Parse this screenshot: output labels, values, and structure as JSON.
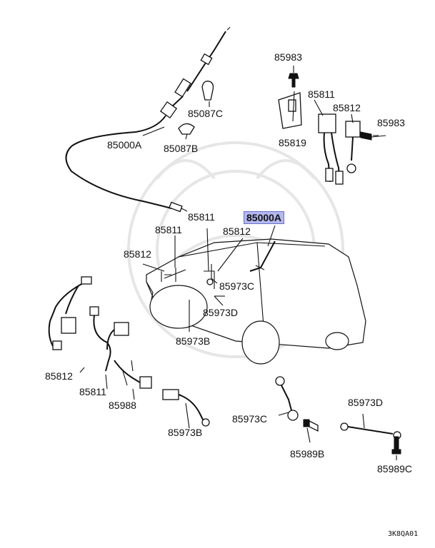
{
  "labels": {
    "p85983_top": "85983",
    "p85811_top": "85811",
    "p85812_top": "85812",
    "p85983_right": "85983",
    "p85087c": "85087C",
    "p85000a_top": "85000A",
    "p85087b": "85087B",
    "p85819": "85819",
    "p85811_mid": "85811",
    "p85000a_hl": "85000A",
    "p85811_left": "85811",
    "p85812_mid": "85812",
    "p85812_left": "85812",
    "p85973c_mid": "85973C",
    "p85973d_mid": "85973D",
    "p85973b_mid": "85973B",
    "p85812_bottom": "85812",
    "p85811_bottom": "85811",
    "p85988": "85988",
    "p85973d_right": "85973D",
    "p85973c_bottom": "85973C",
    "p85973b_bottom": "85973B",
    "p85989b": "85989B",
    "p85989c": "85989C"
  },
  "diagram_code": "3K8QA01",
  "colors": {
    "highlight_bg": "#b3b8f0",
    "highlight_border": "#6a70c8",
    "ink": "#111111"
  }
}
